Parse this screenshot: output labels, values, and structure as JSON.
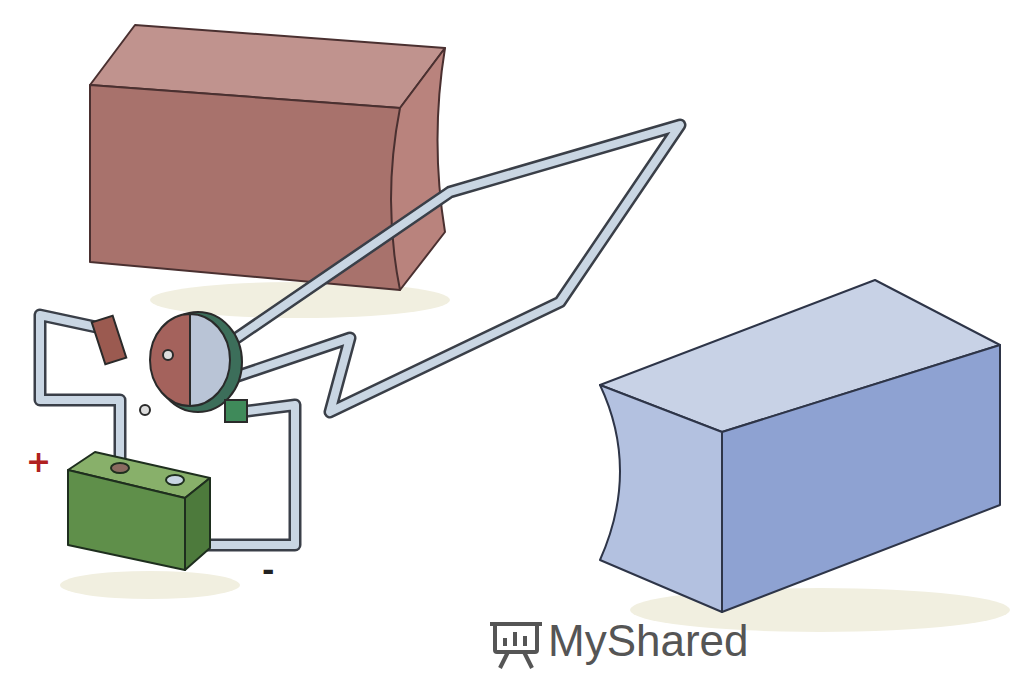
{
  "diagram": {
    "labels": [
      "+",
      "-",
      "MyShared"
    ]
  }
}
